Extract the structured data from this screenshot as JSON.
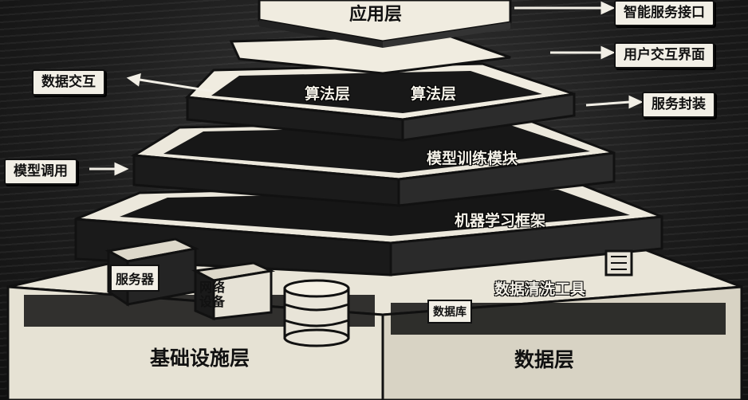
{
  "layers": {
    "application": "应用层",
    "algorithm_left": "算法层",
    "algorithm_right": "算法层",
    "model_training": "模型训练模块",
    "ml_framework": "机器学习框架",
    "data_cleaning": "数据清洗工具",
    "infrastructure": "基础设施层",
    "data": "数据层"
  },
  "components": {
    "server": "服务器",
    "network_line1": "网络",
    "network_line2": "设备",
    "database": "数据库"
  },
  "callouts": {
    "smart_service_api": "智能服务接口",
    "user_interface": "用户交互界面",
    "service_wrapping": "服务封装",
    "data_interaction": "数据交互",
    "model_invocation": "模型调用"
  },
  "colors": {
    "background": "#151515",
    "paper": "#f2efe6",
    "ink": "#111111"
  }
}
